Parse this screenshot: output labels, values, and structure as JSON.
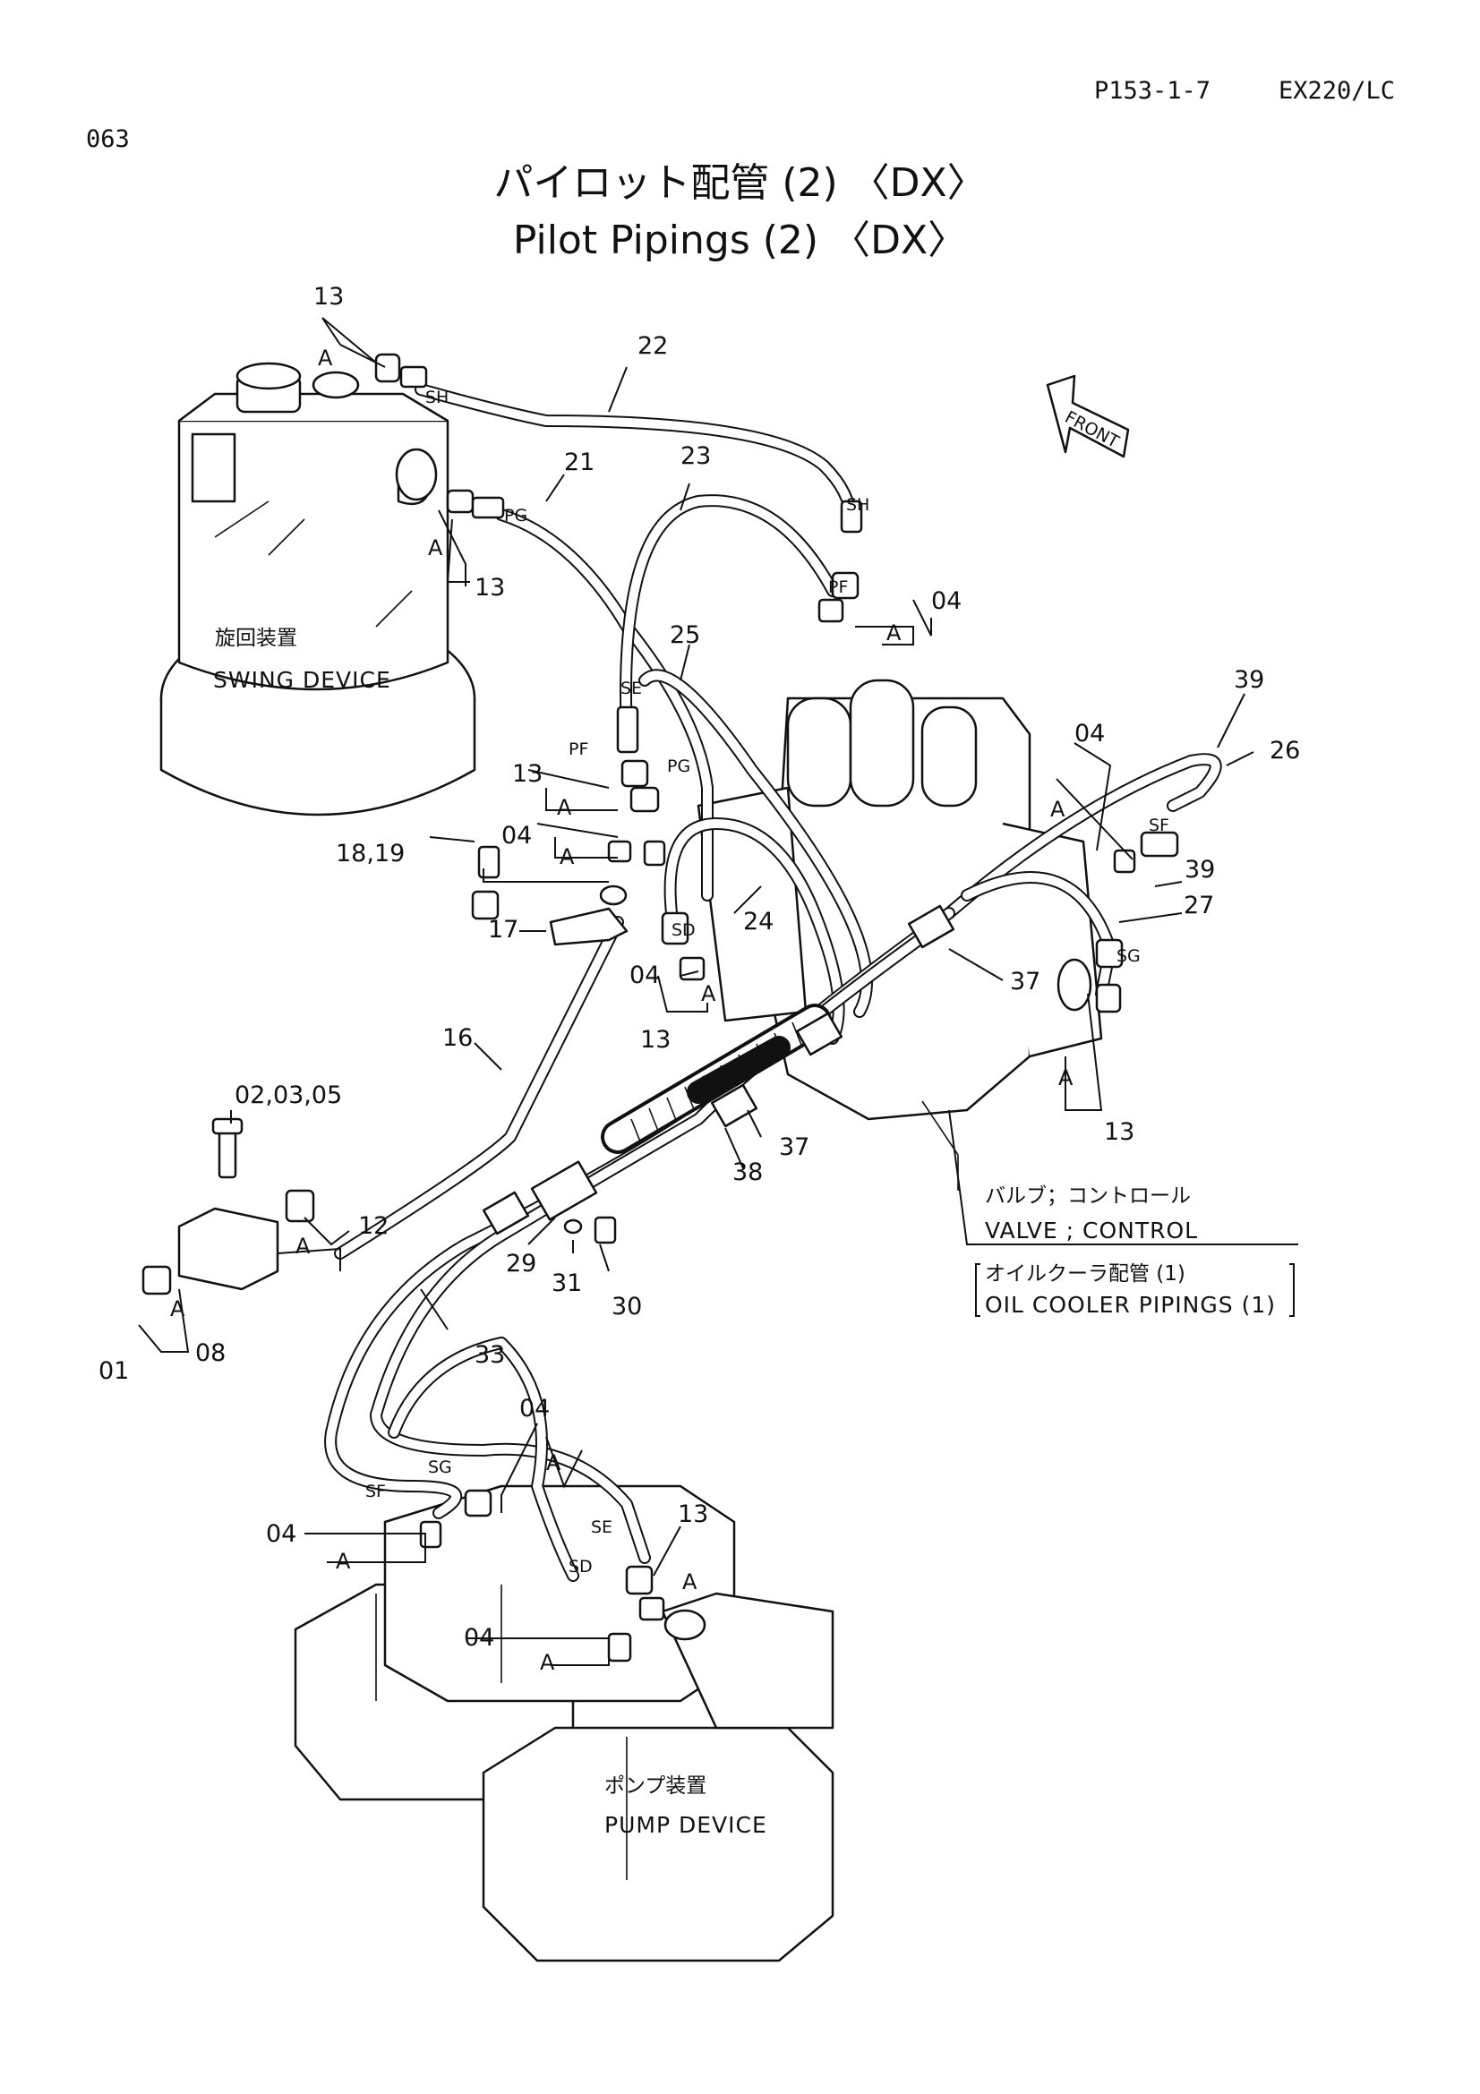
{
  "header": {
    "page_ref": "P153-1-7",
    "model": "EX220/LC",
    "page_number": "063"
  },
  "title": {
    "japanese": "パイロット配管 (2) 〈DX〉",
    "english": "Pilot Pipings (2) 〈DX〉"
  },
  "assemblies": {
    "swing_jp": "旋回装置",
    "swing_en": "SWING DEVICE",
    "valve_jp": "バルブ；コントロール",
    "valve_en": "VALVE ; CONTROL",
    "cooler_jp": "オイルクーラ配管 (1)",
    "cooler_en": "OIL COOLER PIPINGS (1)",
    "pump_jp": "ポンプ装置",
    "pump_en": "PUMP DEVICE",
    "front": "FRONT"
  },
  "callouts": {
    "c13_top": "13",
    "a_top": "A",
    "c22": "22",
    "sh_top": "SH",
    "c21": "21",
    "c23": "23",
    "pg_top": "PG",
    "a_swing": "A",
    "c13_swing": "13",
    "sh_right": "SH",
    "pf_right": "PF",
    "c04_right": "04",
    "a_right": "A",
    "c25": "25",
    "se_mid": "SE",
    "pf_mid": "PF",
    "pg_mid": "PG",
    "c13_mid": "13",
    "a_mid1": "A",
    "c04_mid": "04",
    "a_mid2": "A",
    "c18_19": "18,19",
    "c17": "17",
    "c24": "24",
    "sd_mid": "SD",
    "c04_low": "04",
    "a_low": "A",
    "c13_low": "13",
    "c39_top": "39",
    "c26": "26",
    "c04_far": "04",
    "a_far": "A",
    "sf_far": "SF",
    "c39_mid": "39",
    "c27": "27",
    "sg_far": "SG",
    "c37_right": "37",
    "a_far2": "A",
    "c13_far": "13",
    "c16": "16",
    "c02_03_05": "02,03,05",
    "c12": "12",
    "a_block": "A",
    "c37_low": "37",
    "c38": "38",
    "c29": "29",
    "c31": "31",
    "c30": "30",
    "a_block2": "A",
    "c01": "01",
    "c08": "08",
    "c33": "33",
    "c04_pump1": "04",
    "a_pump1": "A",
    "sg_pump": "SG",
    "sf_pump": "SF",
    "c04_pump2": "04",
    "a_pump2": "A",
    "se_pump": "SE",
    "c13_pump": "13",
    "a_pump3": "A",
    "sd_pump": "SD",
    "c04_pump3": "04",
    "a_pump4": "A"
  }
}
